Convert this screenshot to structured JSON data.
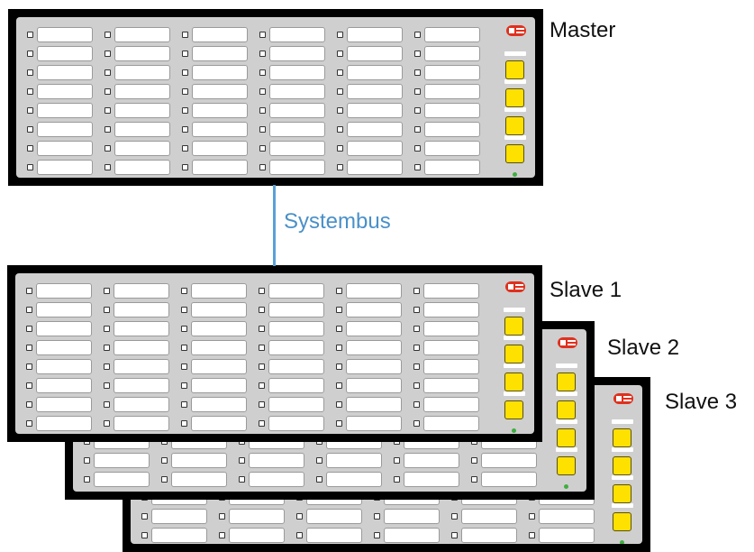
{
  "diagram": {
    "master": {
      "label": "Master"
    },
    "bus": {
      "label": "Systembus"
    },
    "slaves": [
      {
        "label": "Slave 1"
      },
      {
        "label": "Slave 2"
      },
      {
        "label": "Slave 3"
      }
    ]
  },
  "colors": {
    "bus_line": "#5aa0d8",
    "function_key": "#ffe100",
    "status_led": "#3fae3f",
    "logo_red": "#e0301e",
    "panel_face": "#cfcfcf",
    "panel_frame": "#000000"
  },
  "icons": {
    "logo": "brand-logo-icon",
    "indicator": "led-indicator-icon",
    "key": "function-key",
    "status": "status-led-icon"
  }
}
